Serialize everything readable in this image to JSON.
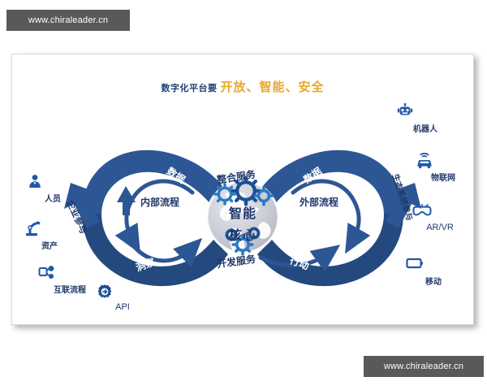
{
  "watermarks": {
    "top": "www.chiraleader.cn",
    "bottom": "www.chiraleader.cn"
  },
  "headline": {
    "lead": "数字化平台要",
    "emphasis": "开放、智能、安全"
  },
  "colors": {
    "ribbon_blue": "#2d5694",
    "ribbon_blue_dark": "#24497f",
    "text_navy": "#20376b",
    "accent_gold": "#e8a72b",
    "icon_blue": "#2257a6",
    "globe_gray": "#c9ccd4",
    "card_bg": "#ffffff",
    "watermark_bg": "#595959"
  },
  "center": {
    "line1": "智能",
    "line2": "核心",
    "icon": "globe-icon"
  },
  "top_service": {
    "label": "整合服务",
    "icon": "gears-icon"
  },
  "bottom_service": {
    "label": "开发服务",
    "icon": "gears-icon"
  },
  "left_loop": {
    "center_label": "内部流程",
    "top_label": "数据",
    "bottom_label": "洞察",
    "arc_label": "企业参与"
  },
  "right_loop": {
    "center_label": "外部流程",
    "top_label": "数据",
    "bottom_label": "行动",
    "arc_label": "生态系统参与"
  },
  "left_items": [
    {
      "label": "人员",
      "icon": "person-icon"
    },
    {
      "label": "资产",
      "icon": "robot-arm-icon"
    },
    {
      "label": "互联流程",
      "icon": "connected-process-icon"
    },
    {
      "label": "API",
      "icon": "api-gear-icon"
    }
  ],
  "right_items": [
    {
      "label": "机器人",
      "icon": "robot-icon"
    },
    {
      "label": "物联网",
      "icon": "iot-car-icon"
    },
    {
      "label": "AR/VR",
      "icon": "vr-goggles-icon"
    },
    {
      "label": "移动",
      "icon": "mobile-icon"
    }
  ]
}
